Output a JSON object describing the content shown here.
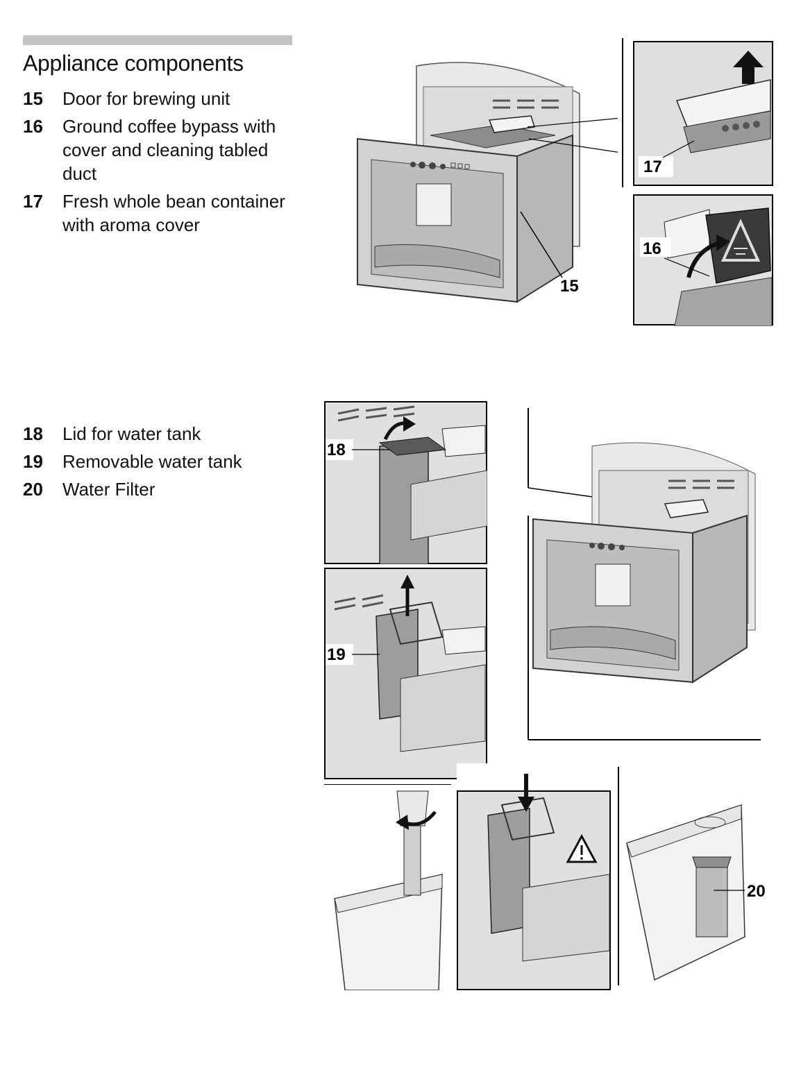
{
  "section": {
    "title": "Appliance components"
  },
  "components_a": [
    {
      "number": "15",
      "text": "Door for brewing unit"
    },
    {
      "number": "16",
      "text": "Ground coffee bypass with cover and cleaning tabled duct"
    },
    {
      "number": "17",
      "text": "Fresh whole bean container with aroma cover"
    }
  ],
  "components_b": [
    {
      "number": "18",
      "text": "Lid for water tank"
    },
    {
      "number": "19",
      "text": "Removable water tank"
    },
    {
      "number": "20",
      "text": "Water Filter"
    }
  ],
  "callouts": {
    "c15": "15",
    "c16": "16",
    "c17": "17",
    "c18": "18",
    "c19": "19",
    "c20": "20"
  },
  "icons": [
    "up-arrow-icon",
    "warning-triangle-icon",
    "down-arrow-icon",
    "curved-arrow-icon",
    "rotate-arrow-icon"
  ]
}
